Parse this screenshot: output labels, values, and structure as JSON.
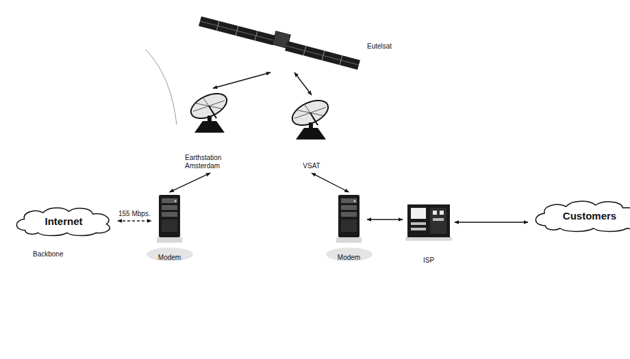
{
  "diagram": {
    "nodes": [
      {
        "text": [
          "Eutelsat"
        ]
      },
      {
        "text": [
          "Earthstation Amsterdam"
        ]
      },
      {
        "text": [
          "VSAT"
        ]
      },
      {
        "text": [
          "Internet",
          "Backbone"
        ]
      },
      {
        "text": [
          "Modem"
        ]
      },
      {
        "text": [
          "Modem"
        ]
      },
      {
        "text": [
          "ISP"
        ]
      },
      {
        "text": [
          "Customers"
        ]
      }
    ],
    "edges": [
      {
        "from": 0,
        "to": 1,
        "arrow": "both"
      },
      {
        "from": 0,
        "to": 2,
        "arrow": "both"
      },
      {
        "from": 1,
        "to": 4,
        "arrow": "both"
      },
      {
        "from": 2,
        "to": 5,
        "arrow": "both"
      },
      {
        "from": 3,
        "to": 4,
        "label": "155 Mbps.",
        "arrow": "both"
      },
      {
        "from": 5,
        "to": 6,
        "arrow": "both"
      },
      {
        "from": 6,
        "to": 7,
        "arrow": "both"
      }
    ]
  }
}
